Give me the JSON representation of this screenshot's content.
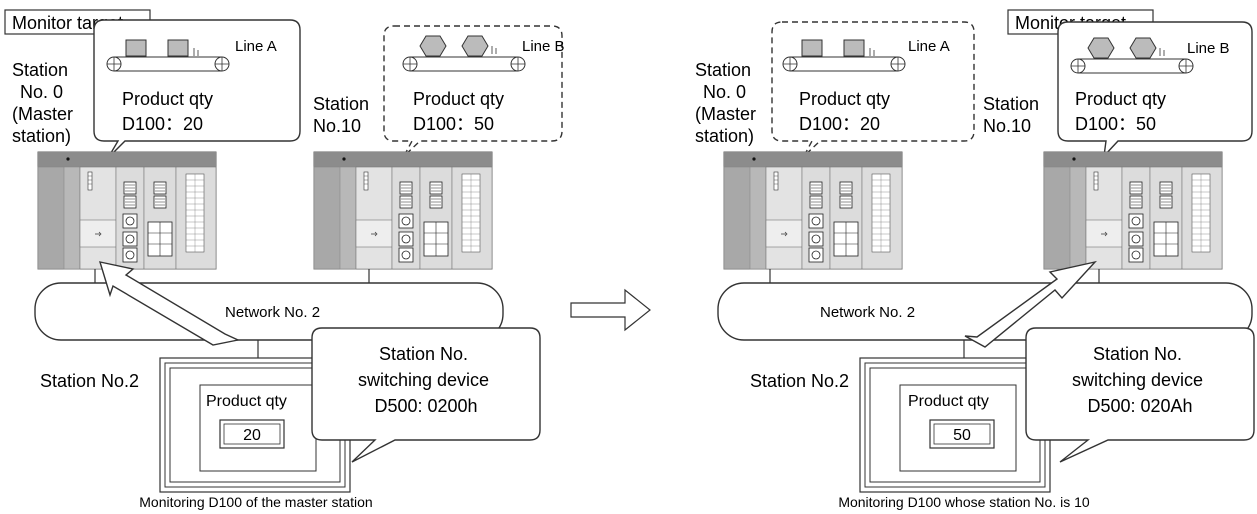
{
  "left": {
    "monitor_target": "Monitor target",
    "line_a": "Line A",
    "line_b": "Line B",
    "station0": [
      "Station",
      "No. 0",
      "(Master",
      "station)"
    ],
    "station10": [
      "Station",
      "No.10"
    ],
    "callout_a": {
      "product_qty": "Product qty",
      "value": "D100：20"
    },
    "callout_b": {
      "product_qty": "Product qty",
      "value": "D100：50"
    },
    "network": "Network No. 2",
    "station2": "Station No.2",
    "got": {
      "product_qty": "Product qty",
      "value": "20"
    },
    "switch_callout": [
      "Station No.",
      "switching device",
      "D500: 0200h"
    ],
    "caption": "Monitoring D100 of the master station"
  },
  "right": {
    "monitor_target": "Monitor target",
    "line_a": "Line A",
    "line_b": "Line B",
    "station0": [
      "Station",
      "No. 0",
      "(Master",
      "station)"
    ],
    "station10": [
      "Station",
      "No.10"
    ],
    "callout_a": {
      "product_qty": "Product qty",
      "value": "D100：20"
    },
    "callout_b": {
      "product_qty": "Product qty",
      "value": "D100：50"
    },
    "network": "Network No. 2",
    "station2": "Station No.2",
    "got": {
      "product_qty": "Product qty",
      "value": "50"
    },
    "switch_callout": [
      "Station No.",
      "switching device",
      "D500: 020Ah"
    ],
    "caption": "Monitoring D100 whose station No. is 10"
  }
}
